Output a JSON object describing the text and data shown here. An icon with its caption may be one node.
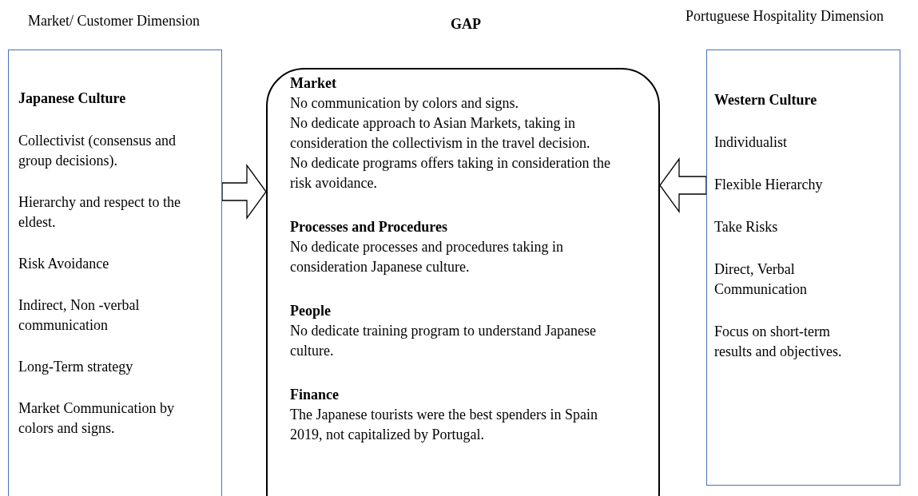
{
  "diagram": {
    "nodes": [
      {
        "text": [
          "Japanese Culture",
          "Collectivist (consensus and group decisions).",
          "Hierarchy and respect to the eldest.",
          "Risk Avoidance",
          "Indirect, Non -verbal communication",
          "Long-Term strategy",
          "Market Communication by colors and signs."
        ],
        "beside": [
          "Market/ Customer Dimension"
        ]
      },
      {
        "text": [
          "Market",
          "No communication by colors and signs.",
          "No dedicate approach to Asian Markets, taking in consideration the collectivism in the travel decision.",
          "No dedicate programs offers taking in consideration the risk avoidance.",
          "Processes and Procedures",
          "No dedicate processes and procedures taking in consideration Japanese culture.",
          "People",
          "No dedicate training program to understand Japanese culture.",
          "Finance",
          "The Japanese tourists were the best spenders in Spain 2019, not capitalized by Portugal."
        ],
        "beside": [
          "GAP"
        ]
      },
      {
        "text": [
          "Western Culture",
          "Individualist",
          "Flexible Hierarchy",
          "Take Risks",
          "Direct, Verbal Communication",
          "Focus on short-term results and objectives."
        ],
        "beside": [
          "Portuguese Hospitality Dimension"
        ]
      }
    ],
    "edges": [
      {
        "from": 0,
        "to": 1,
        "arrow": "to"
      },
      {
        "from": 2,
        "to": 1,
        "arrow": "to"
      }
    ]
  }
}
